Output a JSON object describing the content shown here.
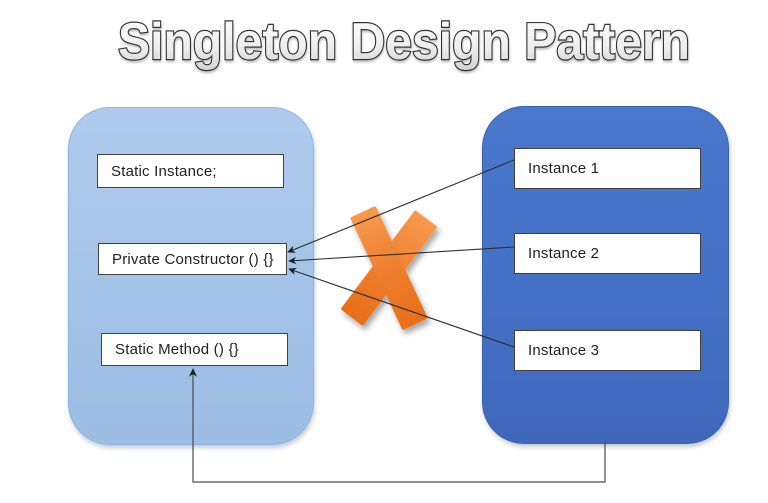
{
  "title": "Singleton Design Pattern",
  "singleton": {
    "members": [
      "Static Instance;",
      "Private Constructor () {}",
      "Static Method () {}"
    ]
  },
  "instances": {
    "items": [
      "Instance 1",
      "Instance 2",
      "Instance 3"
    ]
  },
  "icons": {
    "blocked": "x-mark-icon"
  },
  "colors": {
    "singleton_fill": "#A3C3E8",
    "singleton_border": "#8FB3DE",
    "instances_fill": "#4470C5",
    "instances_border": "#3A62B0",
    "x_mark_orange": "#ED7D31",
    "box_border": "#414141",
    "connector": "#3B3B3B",
    "title_fill": "#F4F4F4",
    "title_outline": "#303030"
  }
}
